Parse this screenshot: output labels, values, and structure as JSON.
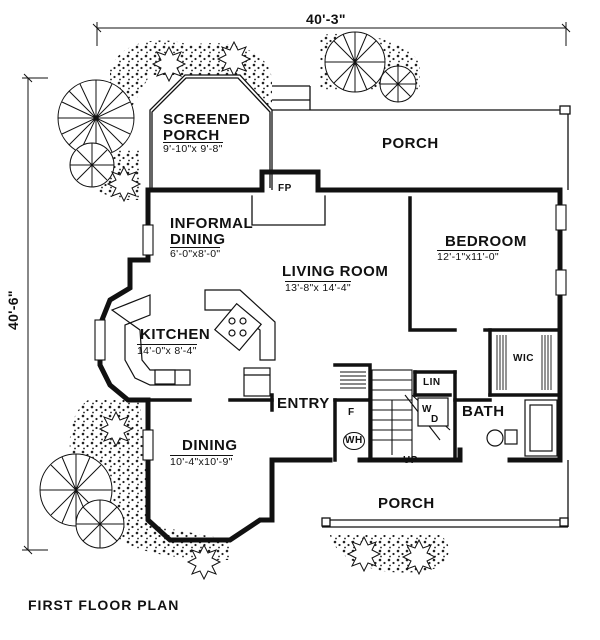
{
  "plan": {
    "title": "FIRST FLOOR PLAN",
    "overall_width": "40'-3\"",
    "overall_depth": "40'-6\"",
    "rooms": {
      "screened_porch": {
        "name_line1": "SCREENED",
        "name_line2": "PORCH",
        "size": "9'-10\"x 9'-8\""
      },
      "rear_porch": {
        "name": "PORCH"
      },
      "fireplace": {
        "name": "FP"
      },
      "informal_dining": {
        "name_line1": "INFORMAL",
        "name_line2": "DINING",
        "size": "6'-0\"x8'-0\""
      },
      "bedroom": {
        "name": "BEDROOM",
        "size": "12'-1\"x11'-0\""
      },
      "living_room": {
        "name": "LIVING ROOM",
        "size": "13'-8\"x 14'-4\""
      },
      "kitchen": {
        "name": "KITCHEN",
        "size": "14'-0\"x 8'-4\""
      },
      "wic": {
        "name": "WIC"
      },
      "lin": {
        "name": "LIN"
      },
      "entry": {
        "name": "ENTRY"
      },
      "bath": {
        "name": "BATH"
      },
      "wd_w": {
        "name": "W"
      },
      "wd_d": {
        "name": "D"
      },
      "freezer": {
        "name": "F"
      },
      "water_heater": {
        "name": "WH"
      },
      "stair": {
        "name": "UP"
      },
      "dining": {
        "name": "DINING",
        "size": "10'-4\"x10'-9\""
      },
      "front_porch": {
        "name": "PORCH"
      }
    }
  }
}
